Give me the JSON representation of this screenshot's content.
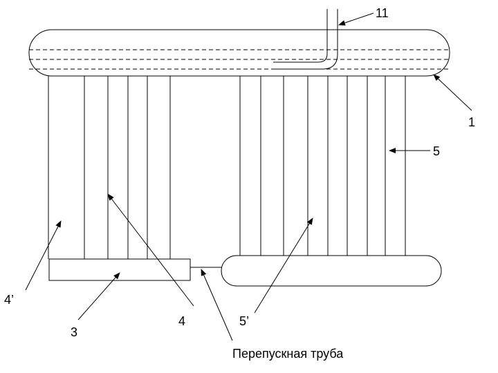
{
  "labels": {
    "l11": "11",
    "l1": "1",
    "l5": "5",
    "l4prime": "4’",
    "l3": "3",
    "l4": "4",
    "l5prime": "5’",
    "bypass": "Перепускная труба"
  }
}
